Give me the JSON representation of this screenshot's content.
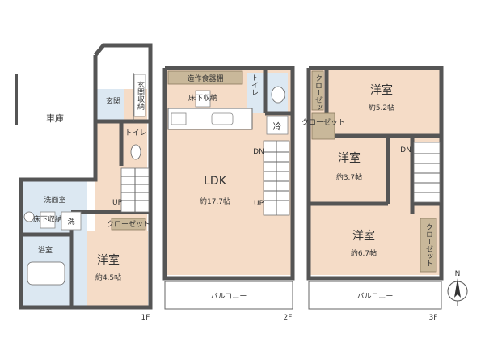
{
  "floors": {
    "f1": {
      "label": "1F",
      "rooms": {
        "garage": "車庫",
        "entrance": "玄関",
        "entrance_storage": "玄関収納",
        "toilet": "トイレ",
        "washroom": "洗面室",
        "under_floor_storage": "床下収納",
        "washer": "洗",
        "bath": "浴室",
        "closet": "クローゼット",
        "western_room": "洋室",
        "western_room_size": "約4.5帖",
        "stair_up": "UP"
      }
    },
    "f2": {
      "label": "2F",
      "rooms": {
        "built_in_cupboard": "造作食器棚",
        "toilet": "トイレ",
        "under_floor_storage": "床下収納",
        "fridge": "冷",
        "ldk": "LDK",
        "ldk_size": "約17.7帖",
        "stair_dn": "DN",
        "stair_up": "UP",
        "balcony": "バルコニー"
      }
    },
    "f3": {
      "label": "3F",
      "rooms": {
        "closet_top": "クローゼット",
        "closet_mid": "クローゼット",
        "closet_right": "クローゼット",
        "room_a": "洋室",
        "room_a_size": "約5.2帖",
        "room_b": "洋室",
        "room_b_size": "約3.7帖",
        "room_c": "洋室",
        "room_c_size": "約6.7帖",
        "stair_dn": "DN",
        "balcony": "バルコニー"
      }
    }
  },
  "compass": {
    "north_label": "N"
  },
  "colors": {
    "floor": "#f5dcc7",
    "wet_area": "#dce8f2",
    "closet": "#c9b89a",
    "wall": "#555555"
  }
}
